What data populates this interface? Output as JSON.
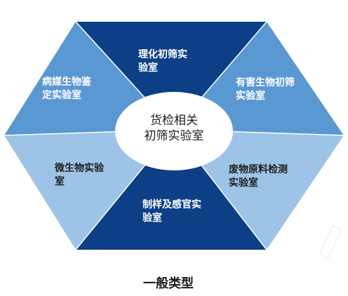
{
  "diagram": {
    "center": {
      "line1": "货检相关",
      "line2": "初筛实验室"
    },
    "segments": {
      "top": {
        "line1": "理化初筛实",
        "line2": "验室"
      },
      "upper_left": {
        "line1": "病媒生物鉴",
        "line2": "定实验室"
      },
      "upper_right": {
        "line1": "有害生物初筛",
        "line2": "实验室"
      },
      "lower_left": {
        "line1": "微生物实验",
        "line2": "室"
      },
      "lower_right": {
        "line1": "废物原料检测",
        "line2": "实验室"
      },
      "bottom": {
        "line1": "制样及感官实",
        "line2": "验室"
      }
    },
    "caption": "一般类型",
    "colors": {
      "dark_blue": "#0d3f86",
      "medium_blue": "#5b9bd5",
      "light_blue": "#9cc3e6",
      "center_fill": "#ffffff"
    }
  }
}
